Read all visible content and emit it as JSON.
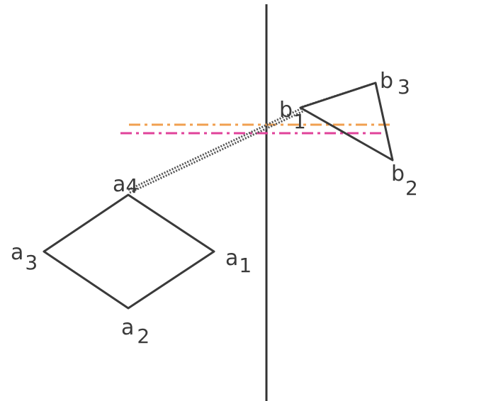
{
  "labels": {
    "a1": {
      "base": "a",
      "sub": "1"
    },
    "a2": {
      "base": "a",
      "sub": "2"
    },
    "a3": {
      "base": "a",
      "sub": "3"
    },
    "a4": {
      "base": "a",
      "sub": "4"
    },
    "b1": {
      "base": "b",
      "sub": "1"
    },
    "b2": {
      "base": "b",
      "sub": "2"
    },
    "b3": {
      "base": "b",
      "sub": "3"
    }
  },
  "colors": {
    "stroke": "#3a3a3a",
    "axis": "#333333",
    "orange_line": "#f0a050",
    "pink_line": "#e0429a",
    "dotted": "#555555"
  }
}
